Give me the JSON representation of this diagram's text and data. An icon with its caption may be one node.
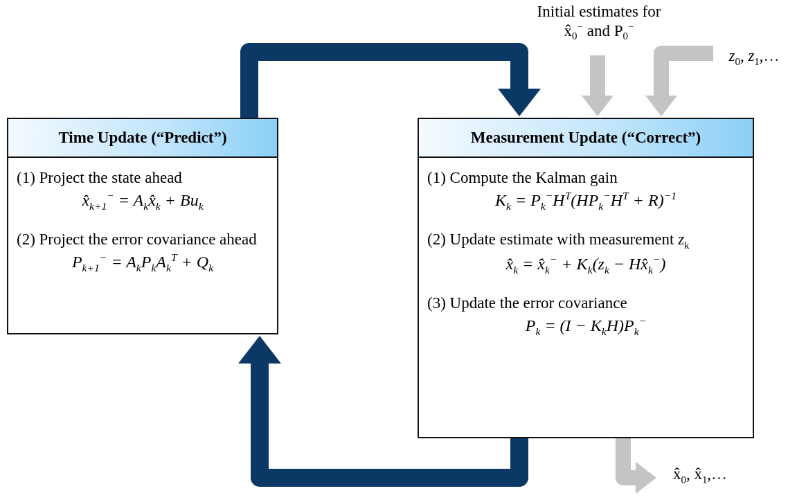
{
  "diagram": {
    "nodes": [
      {
        "text": [
          "Time Update (“Predict”)",
          "(1) Project the state ahead",
          "x̂$_{k+1}$$^{−}$ = A$_{k}$x̂$_{k}$ + Bu$_{k}$",
          "(2) Project the error covariance ahead",
          "P$_{k+1}$$^{−}$ = A$_{k}$P$_{k}$A$_{k}$$^{T}$ + Q$_{k}$"
        ]
      },
      {
        "text": [
          "Measurement Update (“Correct”)",
          "(1) Compute the Kalman gain",
          "K$_{k}$ = P$_{k}$$^{−}$H$^{T}$(HP$_{k}$$^{−}$H$^{T}$ + R)$^{−1}$",
          "(2) Update estimate with measurement *z*$_{k}$",
          "x̂$_{k}$ = x̂$_{k}$$^{−}$ + K$_{k}$(z$_{k}$ − Hx̂$_{k}$$^{−}$)",
          "(3) Update the error covariance",
          "P$_{k}$ = (I − K$_{k}$H)P$_{k}$$^{−}$"
        ]
      },
      {
        "text": [
          "Initial estimates for",
          "x̂$_{0}$$^{−}$ and P$_{0}$$^{−}$"
        ]
      },
      {
        "text": [
          "*z*$_{0}$, *z*$_{1}$,…"
        ]
      },
      {
        "text": [
          "x̂$_{0}$, x̂$_{1}$,…"
        ]
      }
    ],
    "edges": [
      {
        "from": 0,
        "to": 1,
        "arrow": "to",
        "color": "#0c3866"
      },
      {
        "from": 1,
        "to": 0,
        "arrow": "to",
        "color": "#0c3866"
      },
      {
        "from": 2,
        "to": 1,
        "arrow": "to"
      },
      {
        "from": 3,
        "to": 1,
        "arrow": "to"
      },
      {
        "from": 1,
        "to": 4,
        "arrow": "to"
      }
    ]
  }
}
